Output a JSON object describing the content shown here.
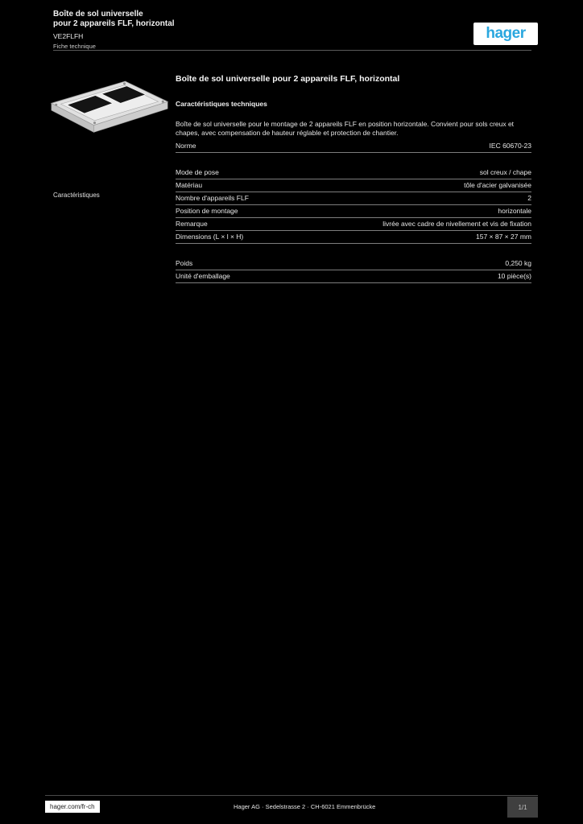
{
  "header": {
    "line1": "Boîte de sol universelle",
    "line2": "pour 2 appareils FLF, horizontal",
    "reference": "VE2FLFH",
    "note": "Fiche technique",
    "logo_text": "hager",
    "logo_color": "#2aa7df"
  },
  "product": {
    "title": "Boîte de sol universelle pour 2 appareils FLF, horizontal",
    "subheading": "Caractéristiques techniques",
    "side_label": "Caractéristiques"
  },
  "sections": [
    {
      "paragraph": "Boîte de sol universelle pour le montage de 2 appareils FLF en position horizontale. Convient pour sols creux et chapes, avec compensation de hauteur réglable et protection de chantier.",
      "rows": [
        {
          "label": "Norme",
          "value": "IEC 60670-23"
        }
      ]
    },
    {
      "rows": [
        {
          "label": "Mode de pose",
          "value": "sol creux / chape"
        },
        {
          "label": "Matériau",
          "value": "tôle d'acier galvanisée"
        },
        {
          "label": "Nombre d'appareils FLF",
          "value": "2"
        },
        {
          "label": "Position de montage",
          "value": "horizontale"
        },
        {
          "label": "Remarque",
          "value": "livrée avec cadre de nivellement et vis de fixation"
        },
        {
          "label": "Dimensions (L × l × H)",
          "value": "157 × 87 × 27 mm"
        }
      ]
    },
    {
      "rows": [
        {
          "label": "Poids",
          "value": "0,250 kg"
        },
        {
          "label": "Unité d'emballage",
          "value": "10 pièce(s)"
        }
      ]
    }
  ],
  "footer": {
    "link": "hager.com/fr-ch",
    "center": "Hager AG · Sedelstrasse 2 · CH-6021 Emmenbrücke",
    "page": "1/1"
  }
}
